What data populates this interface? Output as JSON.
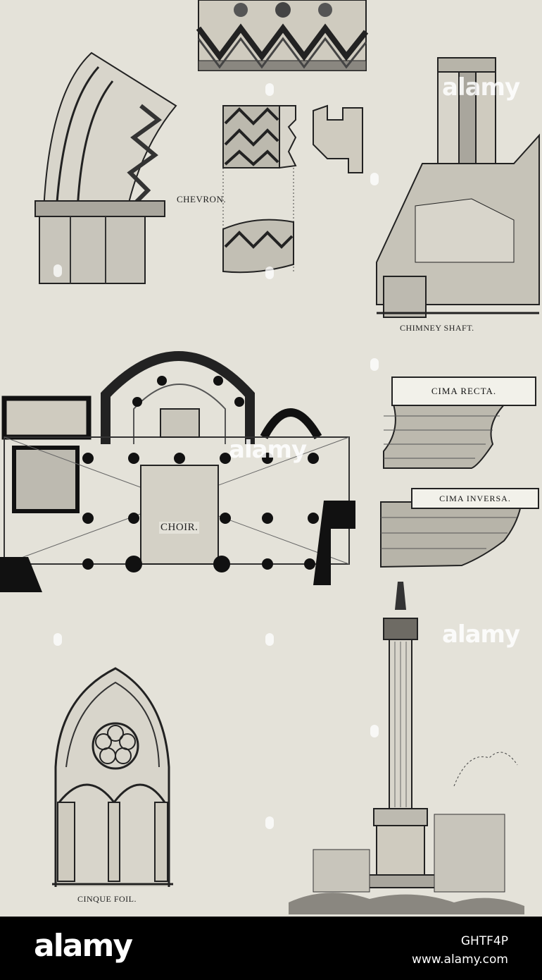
{
  "figures": {
    "chevron": {
      "caption": "CHEVRON."
    },
    "chimney_shaft": {
      "caption": "CHIMNEY SHAFT."
    },
    "cima_recta": {
      "caption": "CIMA RECTA."
    },
    "cima_inversa": {
      "caption": "CIMA INVERSA."
    },
    "choir_plan": {
      "caption": "CHOIR."
    },
    "cinque_foil": {
      "caption": "CINQUE FOIL."
    }
  },
  "watermark": {
    "text": "alamy"
  },
  "footer": {
    "logo": "alamy",
    "image_id": "GHTF4P",
    "site": "www.alamy.com"
  },
  "colors": {
    "paper": "#e4e2d9",
    "ink": "#1e1e1e",
    "footer_bg": "#000000",
    "footer_text": "#ffffff"
  }
}
